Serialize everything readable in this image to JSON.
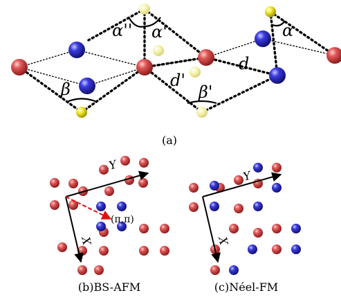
{
  "panel_a": {
    "caption": "(a)",
    "labels": {
      "alpha_dd": "α''",
      "alpha_p_left": "α'",
      "alpha_right": "α",
      "d_prime": "d'",
      "d": "d",
      "beta": "β",
      "beta_p": "β'"
    }
  },
  "panel_b": {
    "caption": "(b)BS-AFM",
    "axis_x": "X",
    "axis_y": "Y",
    "q_label": "(π,π)"
  },
  "panel_c": {
    "caption": "(c)Néel-FM",
    "axis_x": "X",
    "axis_y": "Y"
  },
  "colors": {
    "red_atom": "#c43a3a",
    "blue_atom": "#2a2ac8",
    "yellow_atom": "#e8e020",
    "q_arrow": "#e01010"
  }
}
